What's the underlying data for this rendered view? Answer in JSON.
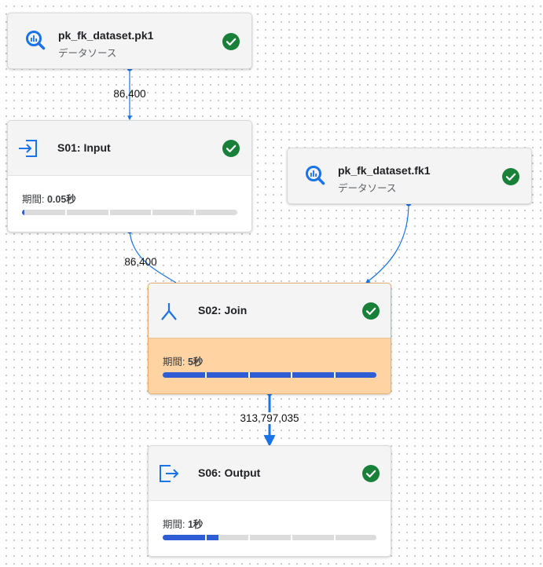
{
  "edges": [
    {
      "id": "e1",
      "label": "86,400"
    },
    {
      "id": "e2",
      "label": "86,400"
    },
    {
      "id": "e3",
      "label": ""
    },
    {
      "id": "e4",
      "label": "313,797,035"
    }
  ],
  "sources": [
    {
      "id": "pk1",
      "title": "pk_fk_dataset.pk1",
      "subtitle": "データソース",
      "icon": "bigquery-icon",
      "status": "success"
    },
    {
      "id": "fk1",
      "title": "pk_fk_dataset.fk1",
      "subtitle": "データソース",
      "icon": "bigquery-icon",
      "status": "success"
    }
  ],
  "stages": [
    {
      "id": "s01",
      "title": "S01: Input",
      "icon": "input-icon",
      "duration_label": "期間:",
      "duration": "0.05秒",
      "progress": 0.01,
      "status": "success",
      "selected": false
    },
    {
      "id": "s02",
      "title": "S02: Join",
      "icon": "join-icon",
      "duration_label": "期間:",
      "duration": "5秒",
      "progress": 1.0,
      "status": "success",
      "selected": true
    },
    {
      "id": "s06",
      "title": "S06: Output",
      "icon": "output-icon",
      "duration_label": "期間:",
      "duration": "1秒",
      "progress": 0.26,
      "status": "success",
      "selected": false
    }
  ],
  "colors": {
    "accent": "#1a73e8",
    "success": "#188038",
    "progress": "#2f5dd6",
    "selected": "#ffd3a2"
  }
}
